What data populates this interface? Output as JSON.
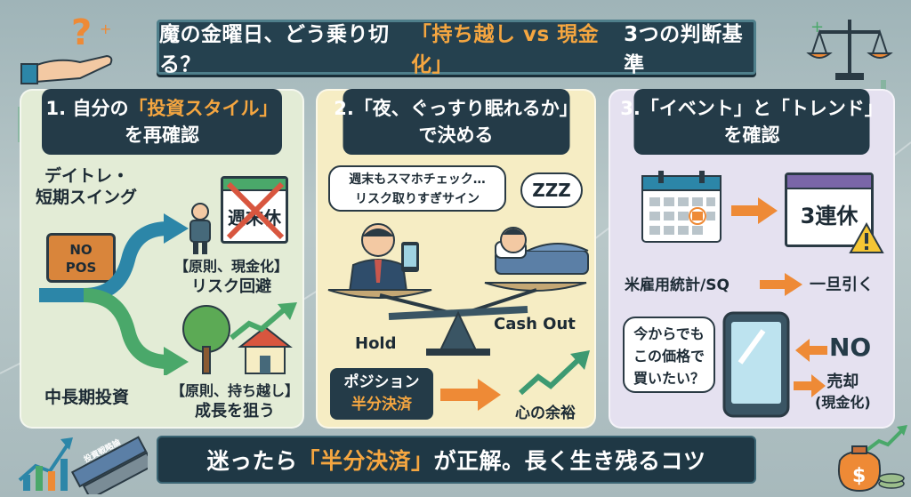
{
  "title": {
    "pre": "魔の金曜日、どう乗り切る？",
    "highlight": "「持ち越し vs 現金化」",
    "post": "3つの判断基準"
  },
  "panel1": {
    "head_line1_pre": "1. 自分の",
    "head_line1_hl": "「投資スタイル」",
    "head_line2": "を再確認",
    "daytrade_line1": "デイトレ・",
    "daytrade_line2": "短期スイング",
    "bag_line1": "NO",
    "bag_line2": "POS",
    "calendar_text": "週末休",
    "rule_cash_line1": "【原則、現金化】",
    "rule_cash_line2": "リスク回避",
    "longterm": "中長期投資",
    "rule_hold_line1": "【原則、持ち越し】",
    "rule_hold_line2": "成長を狙う"
  },
  "panel2": {
    "head_line1": "2.「夜、ぐっすり眠れるか」",
    "head_line2": "で決める",
    "bubble_line1": "週末もスマホチェック…",
    "bubble_line2": "リスク取りすぎサイン",
    "zzz": "ZZZ",
    "hold": "Hold",
    "cash_out": "Cash Out",
    "position_line1": "ポジション",
    "position_line2": "半分決済",
    "peace": "心の余裕"
  },
  "panel3": {
    "head_line1": "3.「イベント」と「トレンド」",
    "head_line2": "を確認",
    "holiday": "3連休",
    "employment": "米雇用統計/SQ",
    "step_back": "一旦引く",
    "question_line1": "今からでも",
    "question_line2": "この価格で",
    "question_line3": "買いたい？",
    "no": "NO",
    "sell_line1": "売却",
    "sell_line2": "(現金化)"
  },
  "bottom": {
    "pre": "迷ったら",
    "highlight": "「半分決済」",
    "post": "が正解。長く生き残るコツ"
  },
  "book_spine": "投資戦略論",
  "colors": {
    "navy": "#243b48",
    "orange": "#f5a640",
    "arrow_orange": "#ee8a36",
    "green": "#4aa86a",
    "blue": "#2c86a8"
  }
}
